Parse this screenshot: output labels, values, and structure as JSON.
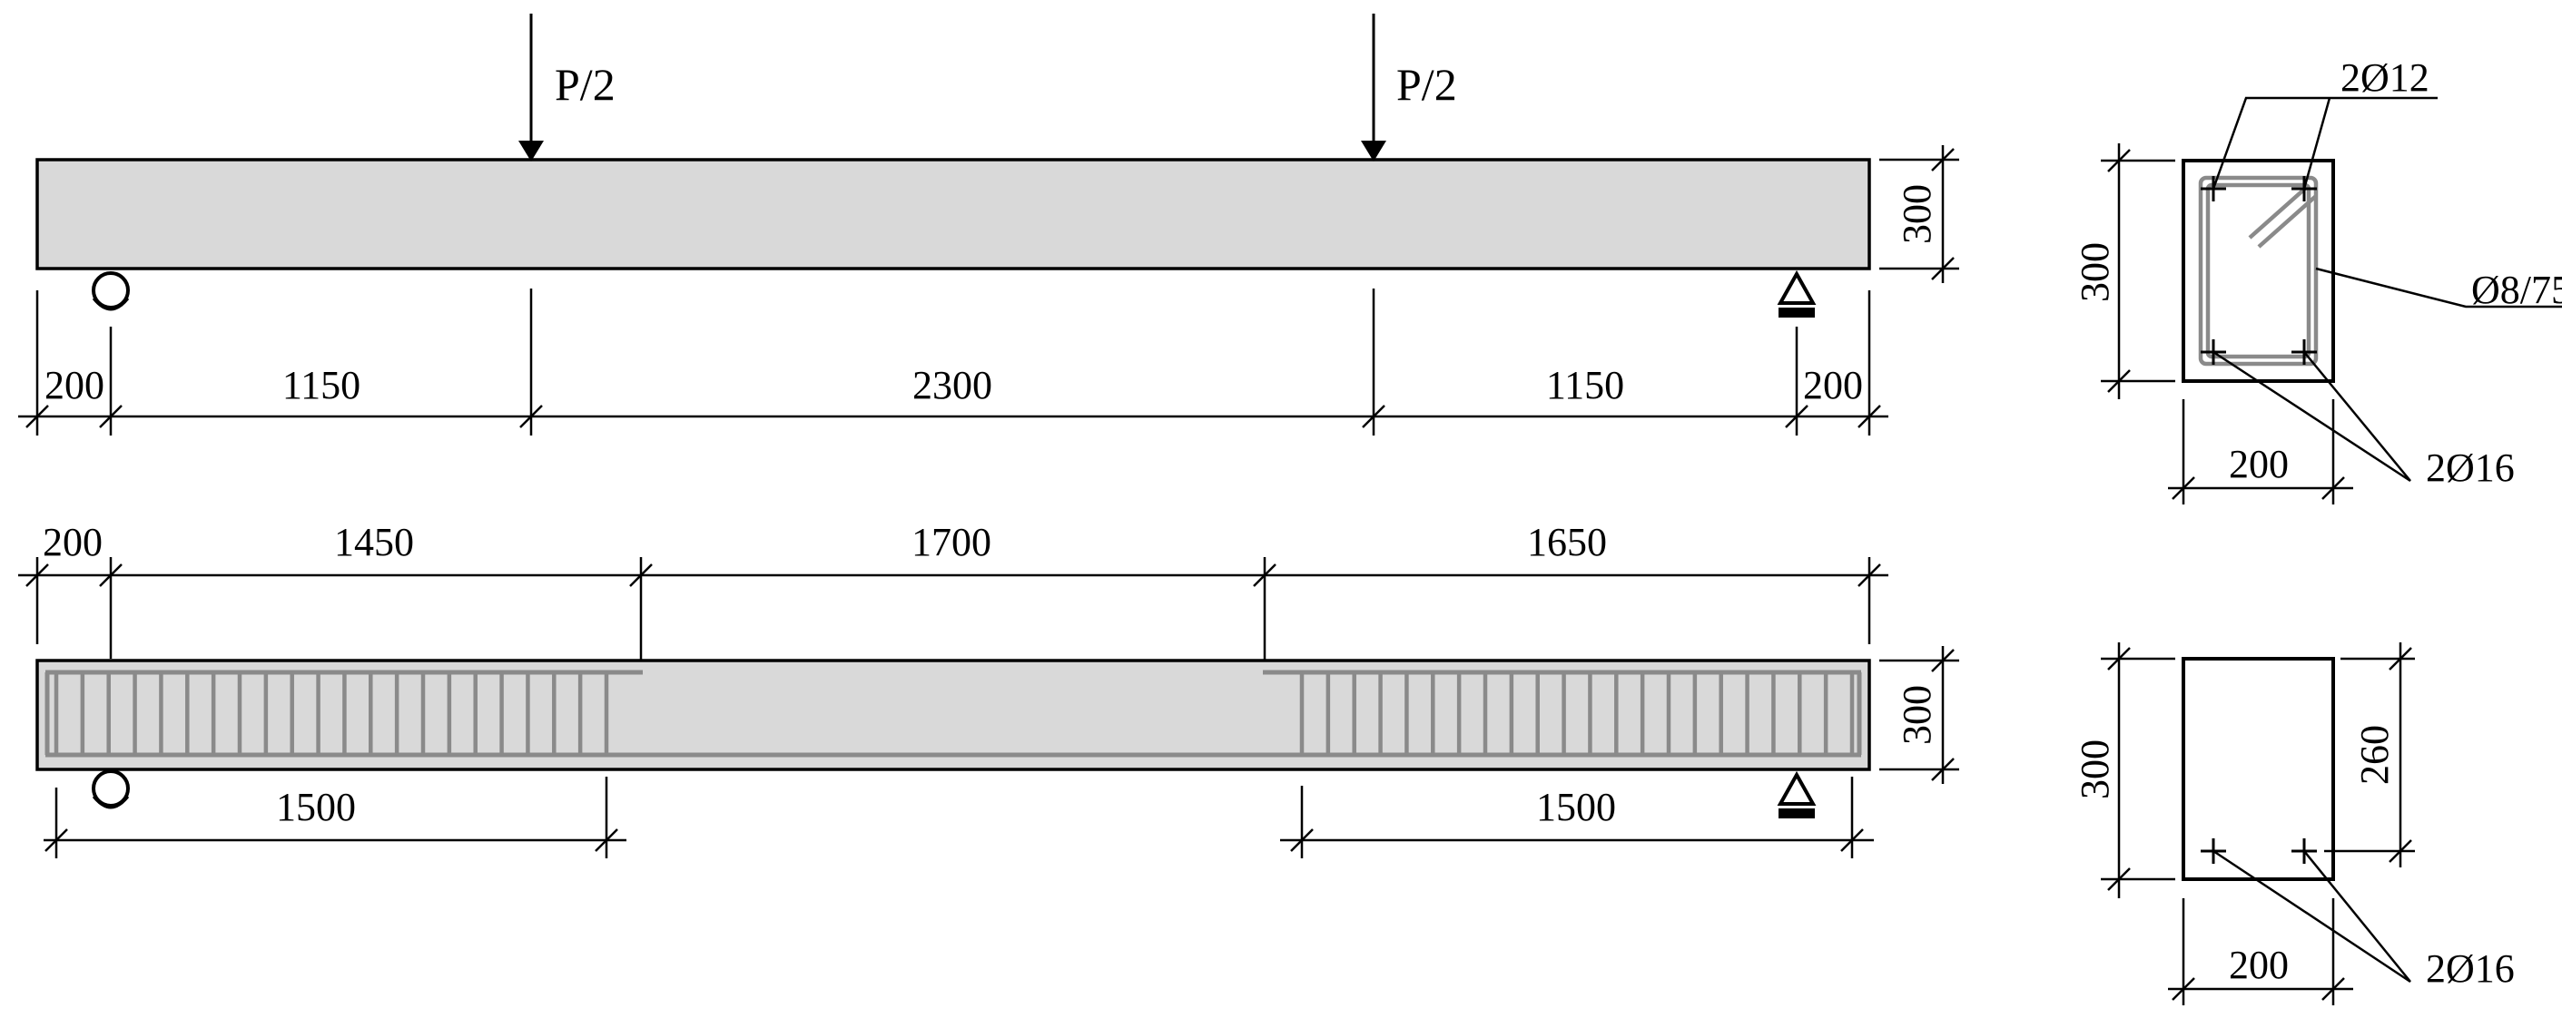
{
  "loads": {
    "left": "P/2",
    "right": "P/2"
  },
  "beam_top": {
    "height_dim": "300",
    "span_dims": [
      "200",
      "1150",
      "2300",
      "1150",
      "200"
    ]
  },
  "beam_bottom": {
    "height_dim": "300",
    "zone_dims": [
      "200",
      "1450",
      "1700",
      "1650"
    ],
    "stirrup_dims": [
      "1500",
      "1500"
    ]
  },
  "section_a": {
    "height": "300",
    "width": "200",
    "top_bars": "2Ø12",
    "stirrups": "Ø8/75",
    "bottom_bars": "2Ø16"
  },
  "section_b": {
    "height": "300",
    "width": "200",
    "effective_depth": "260",
    "bottom_bars": "2Ø16"
  },
  "colors": {
    "concrete_fill": "#d9d9d9",
    "rebar": "#8a8a8a",
    "line": "#000000"
  }
}
